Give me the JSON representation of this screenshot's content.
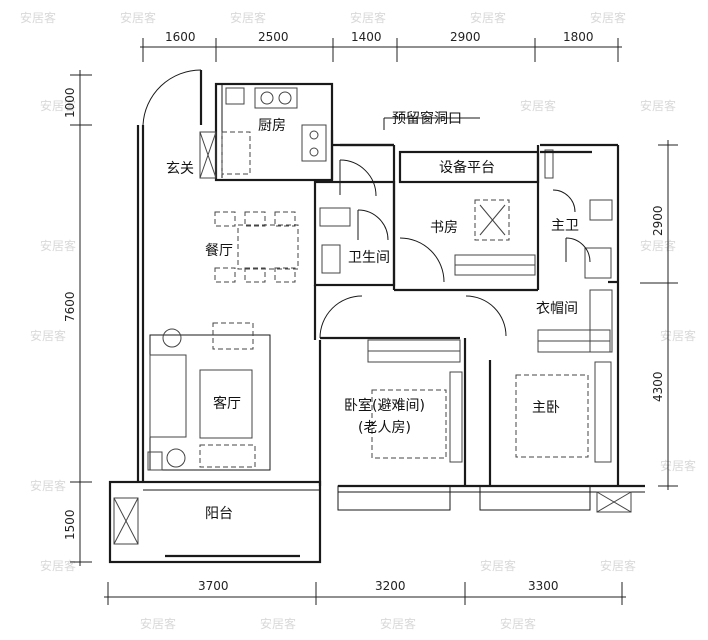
{
  "watermark": "安居客",
  "dimensions": {
    "top": [
      "1600",
      "2500",
      "1400",
      "2900",
      "1800"
    ],
    "bottom": [
      "3700",
      "3200",
      "3300"
    ],
    "left": [
      "1000",
      "7600",
      "1500"
    ],
    "right": [
      "2900",
      "4300"
    ]
  },
  "rooms": {
    "kitchen": "厨房",
    "entrance": "玄关",
    "dining": "餐厅",
    "living": "客厅",
    "balcony": "阳台",
    "bathroom": "卫生间",
    "study": "书房",
    "master_bath": "主卫",
    "equipment": "设备平台",
    "window_note": "预留窗洞口",
    "closet": "衣帽间",
    "bedroom": "卧室(避难间)",
    "elderly": "(老人房)",
    "master_bedroom": "主卧"
  }
}
